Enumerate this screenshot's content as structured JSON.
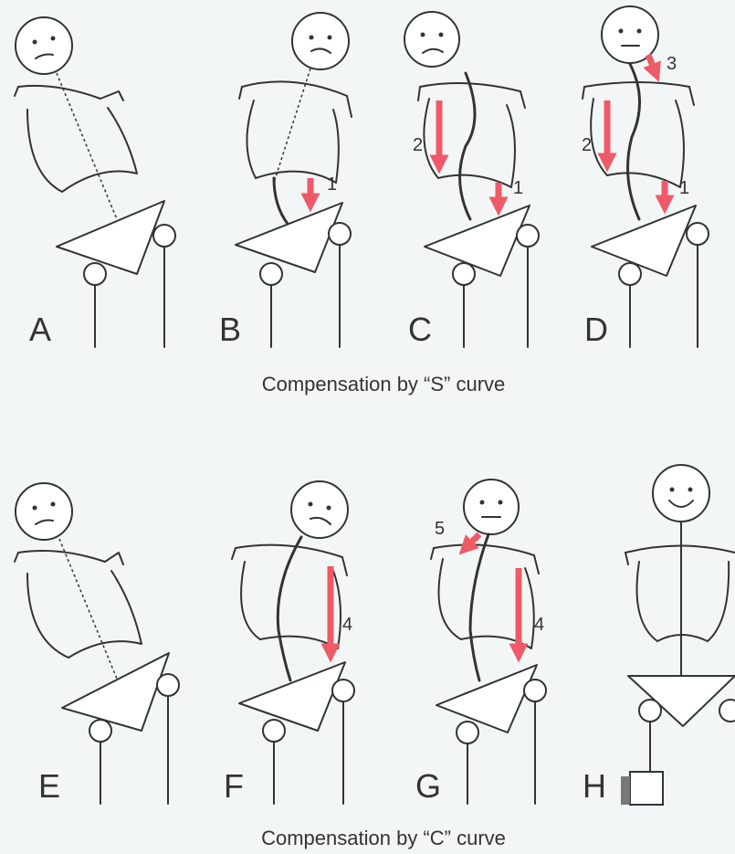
{
  "panels": [
    {
      "id": "A",
      "label": "A"
    },
    {
      "id": "B",
      "label": "B"
    },
    {
      "id": "C",
      "label": "C"
    },
    {
      "id": "D",
      "label": "D"
    },
    {
      "id": "E",
      "label": "E"
    },
    {
      "id": "F",
      "label": "F"
    },
    {
      "id": "G",
      "label": "G"
    },
    {
      "id": "H",
      "label": "H"
    }
  ],
  "captions": {
    "top": "Compensation by “S” curve",
    "bottom": "Compensation by “C” curve"
  },
  "arrow_numbers": {
    "b1": "1",
    "c2": "2",
    "c1": "1",
    "d3": "3",
    "d2": "2",
    "d1": "1",
    "f4": "4",
    "g5": "5",
    "g4": "4"
  },
  "colors": {
    "line": "#333333",
    "arrow": "#ef5a68",
    "background": "#f3f6f6"
  }
}
